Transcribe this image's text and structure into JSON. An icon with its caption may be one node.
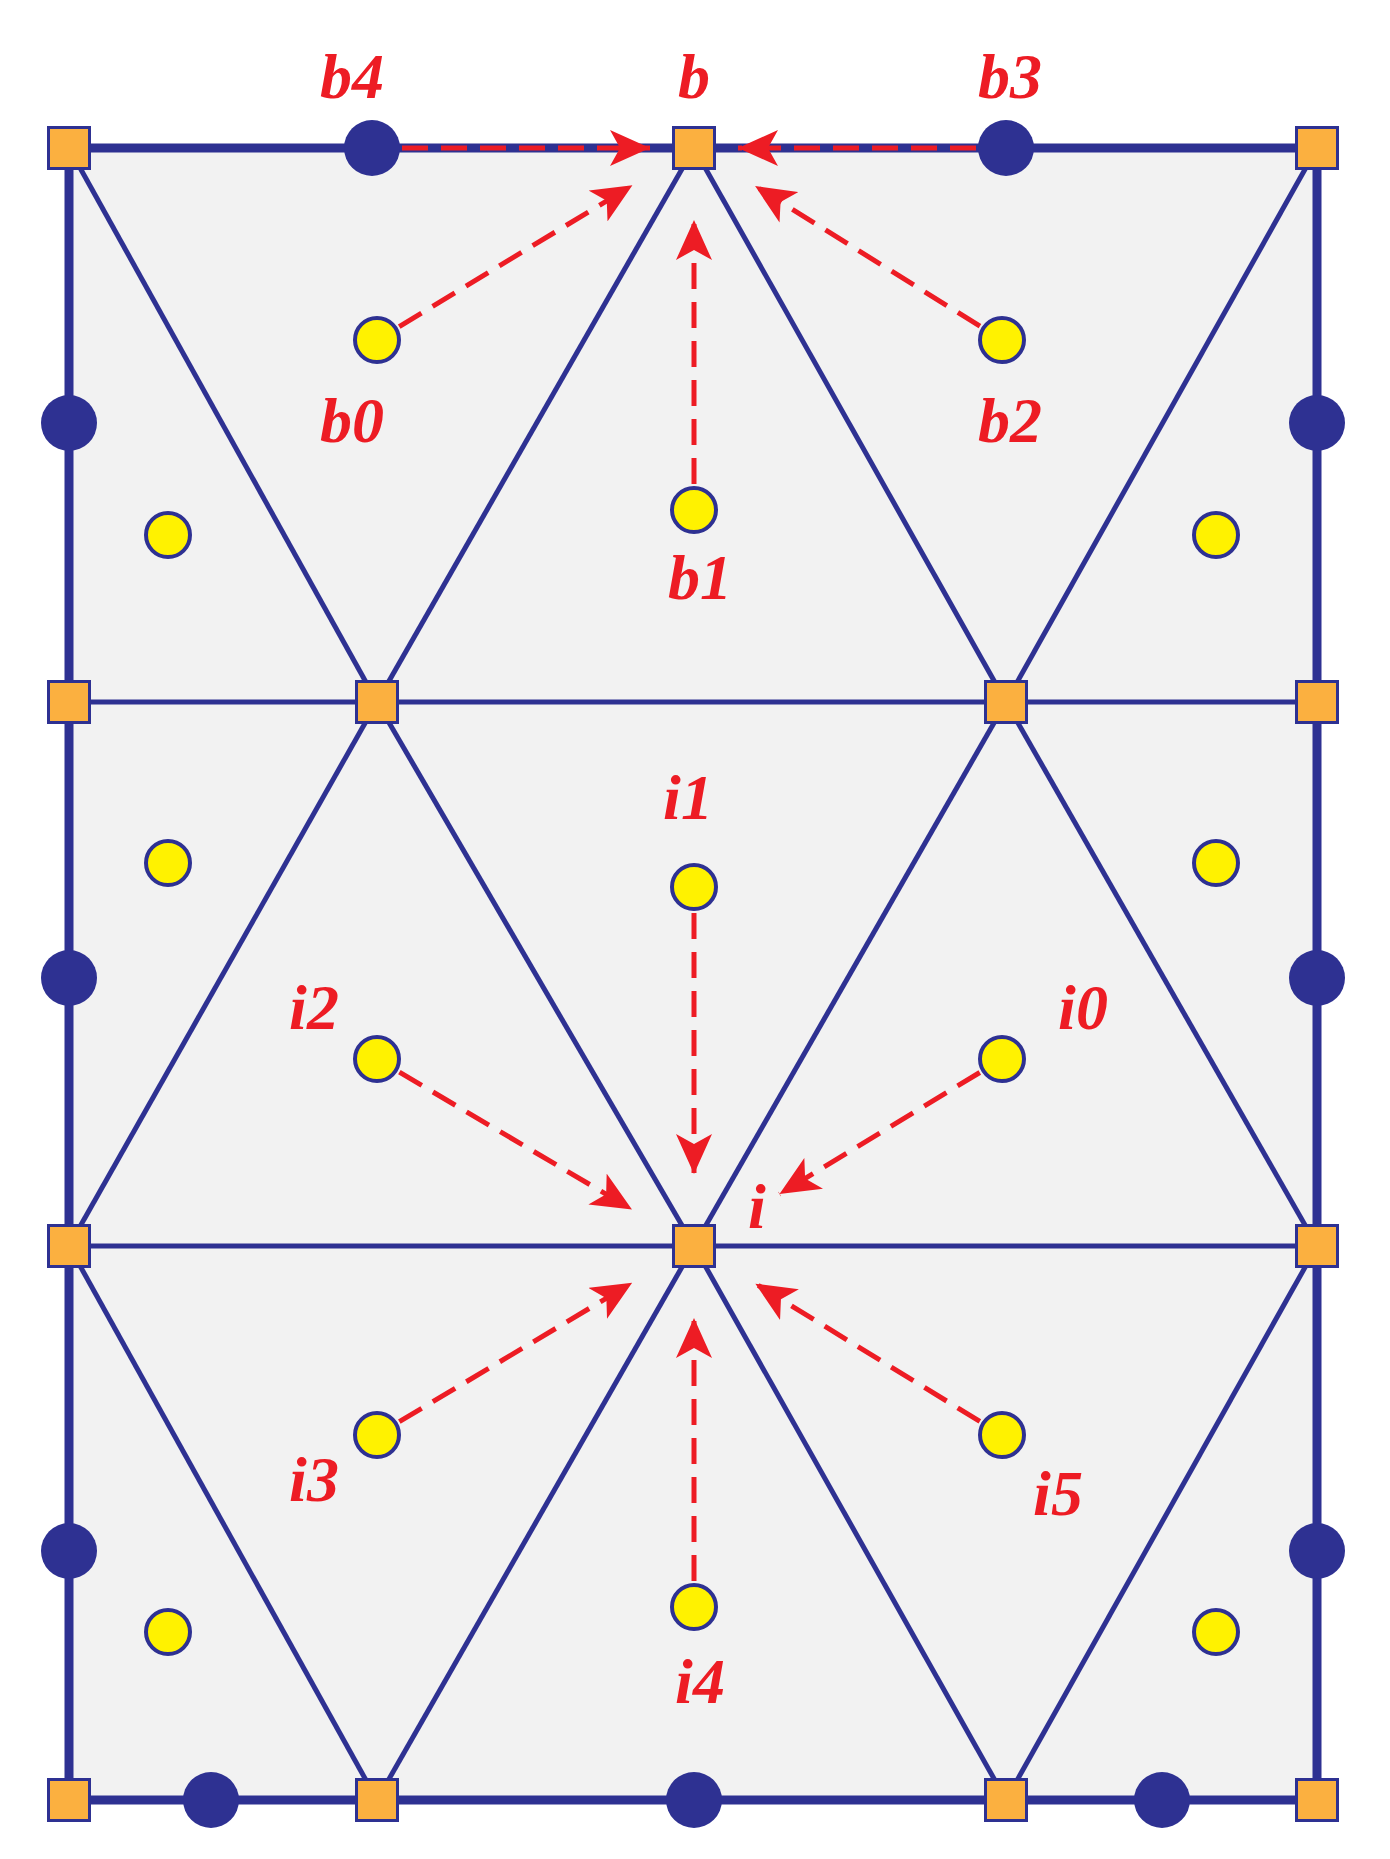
{
  "diagram": {
    "nodes": [
      {
        "text": [],
        "shape": "box"
      },
      {
        "text": [
          "b4"
        ]
      },
      {
        "text": [
          "b"
        ]
      },
      {
        "text": [
          "b3"
        ]
      },
      {
        "text": [],
        "shape": "box"
      },
      {
        "text": [
          "b0"
        ]
      },
      {
        "text": [
          "b2"
        ]
      },
      {
        "text": [],
        "shape": "circle"
      },
      {
        "text": [],
        "shape": "circle"
      },
      {
        "text": [
          "b1"
        ]
      },
      {
        "text": [],
        "shape": "circle"
      },
      {
        "text": [],
        "shape": "circle"
      },
      {
        "text": [],
        "shape": "box"
      },
      {
        "text": [],
        "shape": "box"
      },
      {
        "text": [],
        "shape": "box"
      },
      {
        "text": [],
        "shape": "box"
      },
      {
        "text": [],
        "shape": "circle"
      },
      {
        "text": [],
        "shape": "circle"
      },
      {
        "text": [
          "i1"
        ]
      },
      {
        "text": [],
        "shape": "circle"
      },
      {
        "text": [],
        "shape": "circle"
      },
      {
        "text": [
          "i2"
        ]
      },
      {
        "text": [
          "i0"
        ]
      },
      {
        "text": [],
        "shape": "box"
      },
      {
        "text": [
          "i"
        ]
      },
      {
        "text": [],
        "shape": "box"
      },
      {
        "text": [
          "i3"
        ]
      },
      {
        "text": [
          "i5"
        ]
      },
      {
        "text": [],
        "shape": "circle"
      },
      {
        "text": [],
        "shape": "circle"
      },
      {
        "text": [
          "i4"
        ]
      },
      {
        "text": [],
        "shape": "circle"
      },
      {
        "text": [],
        "shape": "circle"
      },
      {
        "text": [],
        "shape": "box"
      },
      {
        "text": [],
        "shape": "circle"
      },
      {
        "text": [],
        "shape": "box"
      },
      {
        "text": [],
        "shape": "circle"
      },
      {
        "text": [],
        "shape": "box"
      },
      {
        "text": [],
        "shape": "circle"
      },
      {
        "text": [],
        "shape": "box"
      }
    ],
    "edges": [
      {
        "from": 5,
        "to": 2,
        "arrow": "to",
        "style": "dashed"
      },
      {
        "from": 9,
        "to": 2,
        "arrow": "to",
        "style": "dashed"
      },
      {
        "from": 6,
        "to": 2,
        "arrow": "to",
        "style": "dashed"
      },
      {
        "from": 3,
        "to": 2,
        "arrow": "to",
        "style": "dashed"
      },
      {
        "from": 1,
        "to": 2,
        "arrow": "to",
        "style": "dashed"
      },
      {
        "from": 22,
        "to": 24,
        "arrow": "to",
        "style": "dashed"
      },
      {
        "from": 18,
        "to": 24,
        "arrow": "to",
        "style": "dashed"
      },
      {
        "from": 21,
        "to": 24,
        "arrow": "to",
        "style": "dashed"
      },
      {
        "from": 26,
        "to": 24,
        "arrow": "to",
        "style": "dashed"
      },
      {
        "from": 30,
        "to": 24,
        "arrow": "to",
        "style": "dashed"
      },
      {
        "from": 27,
        "to": 24,
        "arrow": "to",
        "style": "dashed"
      }
    ]
  }
}
